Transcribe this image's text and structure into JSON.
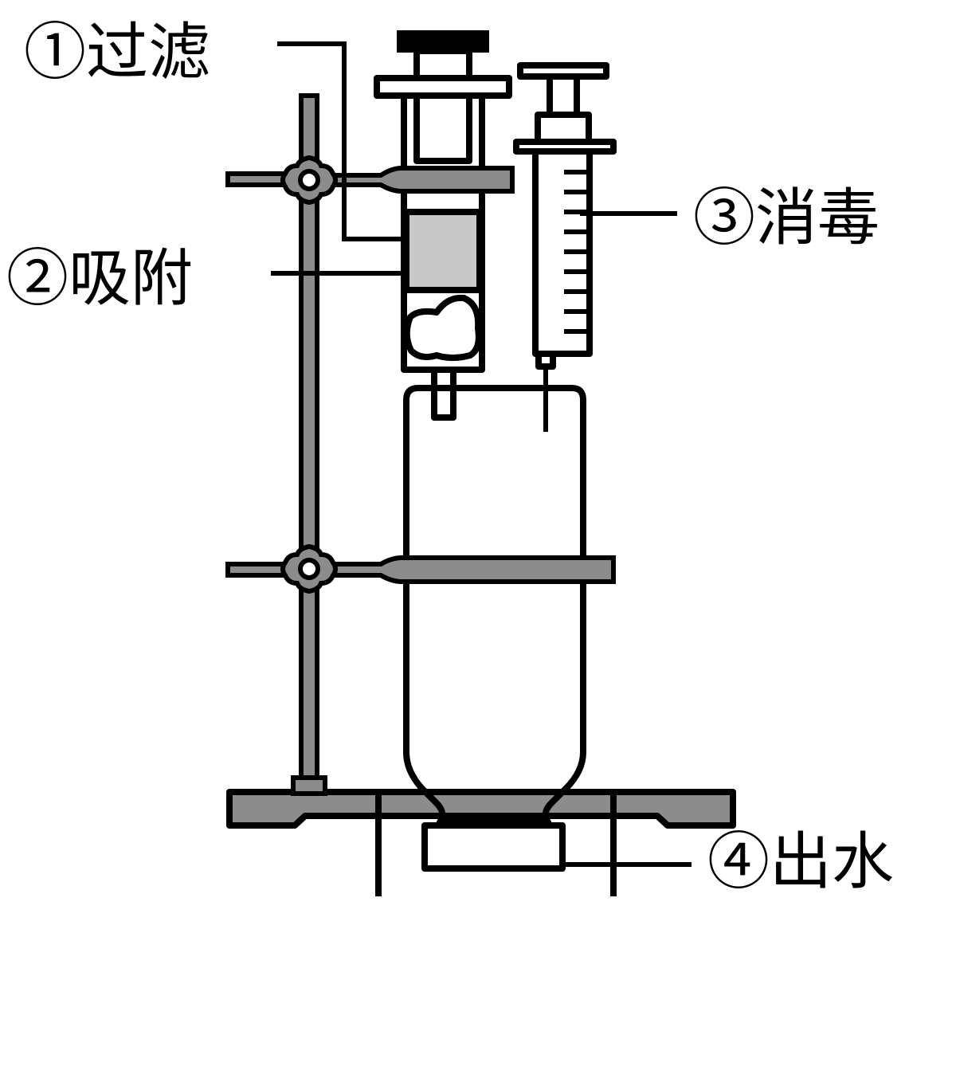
{
  "labels": {
    "filter": "①过滤",
    "adsorb": "②吸附",
    "disinfect": "③消毒",
    "outlet": "④出水"
  },
  "colors": {
    "ink": "#000000",
    "metal": "#8c8c8c",
    "adsorbent": "#c8c8c8",
    "background": "#ffffff"
  }
}
